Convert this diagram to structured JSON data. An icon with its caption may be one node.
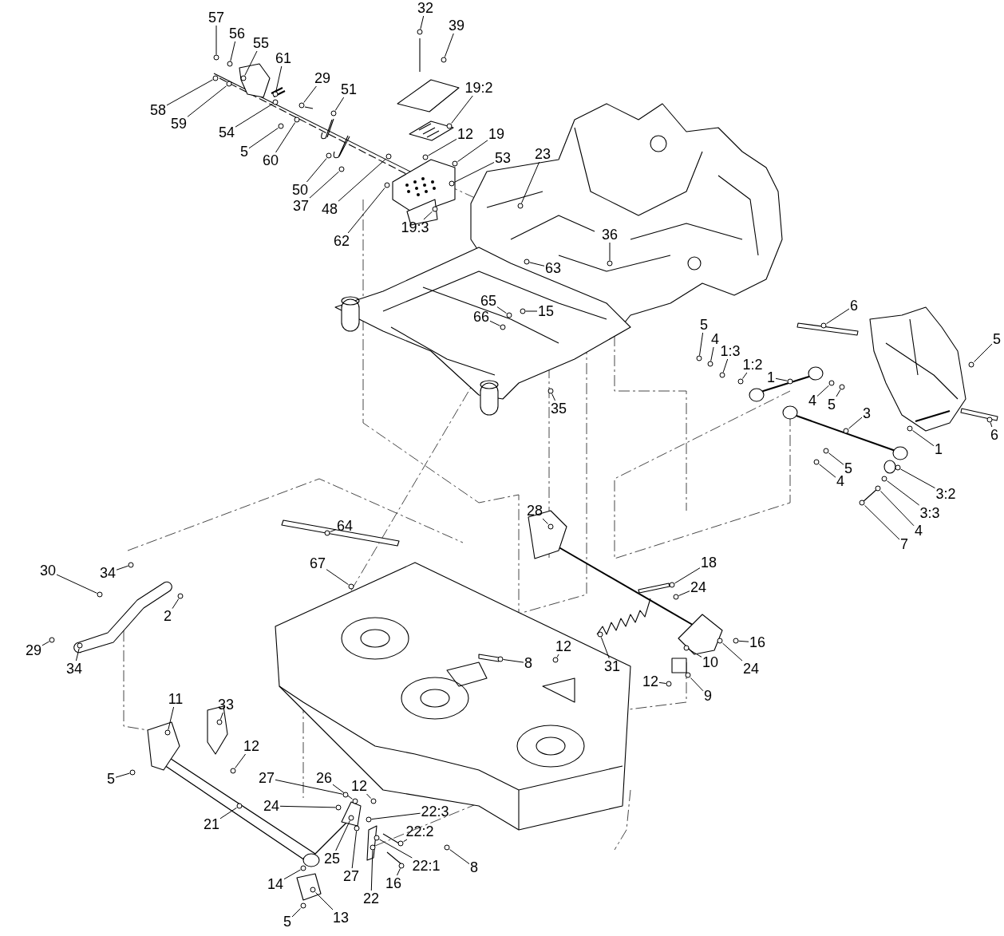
{
  "diagram": {
    "nodes": [
      {
        "text": [
          "57"
        ]
      },
      {
        "text": [
          "56"
        ]
      },
      {
        "text": [
          "55"
        ]
      },
      {
        "text": [
          "61"
        ]
      },
      {
        "text": [
          "58"
        ]
      },
      {
        "text": [
          "59"
        ]
      },
      {
        "text": [
          "29"
        ]
      },
      {
        "text": [
          "54"
        ]
      },
      {
        "text": [
          "51"
        ]
      },
      {
        "text": [
          "5"
        ]
      },
      {
        "text": [
          "60"
        ]
      },
      {
        "text": [
          "50"
        ]
      },
      {
        "text": [
          "37"
        ]
      },
      {
        "text": [
          "48"
        ]
      },
      {
        "text": [
          "62"
        ]
      },
      {
        "text": [
          "32"
        ]
      },
      {
        "text": [
          "39"
        ]
      },
      {
        "text": [
          "19:2"
        ]
      },
      {
        "text": [
          "12"
        ]
      },
      {
        "text": [
          "19"
        ]
      },
      {
        "text": [
          "53"
        ]
      },
      {
        "text": [
          "19:3"
        ]
      },
      {
        "text": [
          "23"
        ]
      },
      {
        "text": [
          "63"
        ]
      },
      {
        "text": [
          "36"
        ]
      },
      {
        "text": [
          "65"
        ]
      },
      {
        "text": [
          "66"
        ]
      },
      {
        "text": [
          "15"
        ]
      },
      {
        "text": [
          "35"
        ]
      },
      {
        "text": [
          "6"
        ]
      },
      {
        "text": [
          "5"
        ]
      },
      {
        "text": [
          "4"
        ]
      },
      {
        "text": [
          "1:3"
        ]
      },
      {
        "text": [
          "1:2"
        ]
      },
      {
        "text": [
          "1"
        ]
      },
      {
        "text": [
          "5"
        ]
      },
      {
        "text": [
          "4"
        ]
      },
      {
        "text": [
          "5"
        ]
      },
      {
        "text": [
          "3"
        ]
      },
      {
        "text": [
          "1"
        ]
      },
      {
        "text": [
          "6"
        ]
      },
      {
        "text": [
          "5"
        ]
      },
      {
        "text": [
          "4"
        ]
      },
      {
        "text": [
          "3:2"
        ]
      },
      {
        "text": [
          "3:3"
        ]
      },
      {
        "text": [
          "4"
        ]
      },
      {
        "text": [
          "7"
        ]
      },
      {
        "text": [
          "28"
        ]
      },
      {
        "text": [
          "64"
        ]
      },
      {
        "text": [
          "67"
        ]
      },
      {
        "text": [
          "18"
        ]
      },
      {
        "text": [
          "24"
        ]
      },
      {
        "text": [
          "31"
        ]
      },
      {
        "text": [
          "10"
        ]
      },
      {
        "text": [
          "24"
        ]
      },
      {
        "text": [
          "16"
        ]
      },
      {
        "text": [
          "8"
        ]
      },
      {
        "text": [
          "12"
        ]
      },
      {
        "text": [
          "12"
        ]
      },
      {
        "text": [
          "9"
        ]
      },
      {
        "text": [
          "30"
        ]
      },
      {
        "text": [
          "34"
        ]
      },
      {
        "text": [
          "2"
        ]
      },
      {
        "text": [
          "29"
        ]
      },
      {
        "text": [
          "34"
        ]
      },
      {
        "text": [
          "11"
        ]
      },
      {
        "text": [
          "33"
        ]
      },
      {
        "text": [
          "12"
        ]
      },
      {
        "text": [
          "5"
        ]
      },
      {
        "text": [
          "21"
        ]
      },
      {
        "text": [
          "27"
        ]
      },
      {
        "text": [
          "26"
        ]
      },
      {
        "text": [
          "12"
        ]
      },
      {
        "text": [
          "24"
        ]
      },
      {
        "text": [
          "22:3"
        ]
      },
      {
        "text": [
          "22:2"
        ]
      },
      {
        "text": [
          "25"
        ]
      },
      {
        "text": [
          "27"
        ]
      },
      {
        "text": [
          "22:1"
        ]
      },
      {
        "text": [
          "8"
        ]
      },
      {
        "text": [
          "22"
        ]
      },
      {
        "text": [
          "16"
        ]
      },
      {
        "text": [
          "14"
        ]
      },
      {
        "text": [
          "13"
        ]
      },
      {
        "text": [
          "5"
        ]
      },
      {
        "text": [],
        "shape": "circle"
      },
      {
        "text": [],
        "shape": "circle"
      },
      {
        "text": [],
        "shape": "circle"
      },
      {
        "text": [],
        "shape": "circle"
      },
      {
        "text": [],
        "shape": "circle"
      },
      {
        "text": [],
        "shape": "circle"
      },
      {
        "text": [],
        "shape": "circle"
      },
      {
        "text": [],
        "shape": "circle"
      },
      {
        "text": [],
        "shape": "circle"
      },
      {
        "text": [],
        "shape": "circle"
      },
      {
        "text": [],
        "shape": "circle"
      },
      {
        "text": [],
        "shape": "circle"
      },
      {
        "text": [],
        "shape": "circle"
      },
      {
        "text": [],
        "shape": "circle"
      },
      {
        "text": [],
        "shape": "circle"
      },
      {
        "text": [],
        "shape": "circle"
      },
      {
        "text": [],
        "shape": "circle"
      },
      {
        "text": [],
        "shape": "circle"
      },
      {
        "text": [],
        "shape": "circle"
      },
      {
        "text": [],
        "shape": "circle"
      },
      {
        "text": [],
        "shape": "circle"
      },
      {
        "text": [],
        "shape": "circle"
      },
      {
        "text": [],
        "shape": "circle"
      },
      {
        "text": [],
        "shape": "circle"
      },
      {
        "text": [],
        "shape": "circle"
      },
      {
        "text": [],
        "shape": "circle"
      },
      {
        "text": [],
        "shape": "circle"
      },
      {
        "text": [],
        "shape": "circle"
      },
      {
        "text": [],
        "shape": "circle"
      },
      {
        "text": [],
        "shape": "circle"
      },
      {
        "text": [],
        "shape": "circle"
      },
      {
        "text": [],
        "shape": "circle"
      },
      {
        "text": [],
        "shape": "circle"
      },
      {
        "text": [],
        "shape": "circle"
      },
      {
        "text": [],
        "shape": "circle"
      },
      {
        "text": [],
        "shape": "circle"
      },
      {
        "text": [],
        "shape": "circle"
      },
      {
        "text": [],
        "shape": "circle"
      },
      {
        "text": [],
        "shape": "circle"
      },
      {
        "text": [],
        "shape": "circle"
      },
      {
        "text": [],
        "shape": "circle"
      },
      {
        "text": [],
        "shape": "circle"
      },
      {
        "text": [],
        "shape": "circle"
      },
      {
        "text": [],
        "shape": "circle"
      },
      {
        "text": [],
        "shape": "circle"
      },
      {
        "text": [],
        "shape": "circle"
      },
      {
        "text": [],
        "shape": "circle"
      },
      {
        "text": [],
        "shape": "circle"
      },
      {
        "text": [],
        "shape": "circle"
      },
      {
        "text": [],
        "shape": "circle"
      },
      {
        "text": [],
        "shape": "circle"
      },
      {
        "text": [],
        "shape": "circle"
      },
      {
        "text": [],
        "shape": "circle"
      },
      {
        "text": [],
        "shape": "circle"
      },
      {
        "text": [],
        "shape": "circle"
      },
      {
        "text": [],
        "shape": "circle"
      },
      {
        "text": [],
        "shape": "circle"
      },
      {
        "text": [],
        "shape": "circle"
      },
      {
        "text": [],
        "shape": "circle"
      },
      {
        "text": [],
        "shape": "circle"
      },
      {
        "text": [],
        "shape": "circle"
      },
      {
        "text": [],
        "shape": "circle"
      },
      {
        "text": [],
        "shape": "circle"
      },
      {
        "text": [],
        "shape": "circle"
      },
      {
        "text": [],
        "shape": "circle"
      },
      {
        "text": [],
        "shape": "circle"
      },
      {
        "text": [],
        "shape": "circle"
      },
      {
        "text": [],
        "shape": "circle"
      },
      {
        "text": [],
        "shape": "circle"
      },
      {
        "text": [],
        "shape": "circle"
      },
      {
        "text": [],
        "shape": "circle"
      },
      {
        "text": [],
        "shape": "circle"
      },
      {
        "text": [],
        "shape": "circle"
      },
      {
        "text": [],
        "shape": "circle"
      },
      {
        "text": [],
        "shape": "circle"
      },
      {
        "text": [],
        "shape": "circle"
      },
      {
        "text": [],
        "shape": "circle"
      },
      {
        "text": [],
        "shape": "circle"
      },
      {
        "text": [],
        "shape": "circle"
      },
      {
        "text": [],
        "shape": "circle"
      },
      {
        "text": [],
        "shape": "circle"
      },
      {
        "text": [],
        "shape": "circle"
      },
      {
        "text": [],
        "shape": "circle"
      },
      {
        "text": [],
        "shape": "circle"
      },
      {
        "text": [],
        "shape": "circle"
      }
    ],
    "edges": [
      {
        "from": 0,
        "to": 85,
        "arrow": "none"
      },
      {
        "from": 1,
        "to": 86,
        "arrow": "none"
      },
      {
        "from": 2,
        "to": 87,
        "arrow": "none"
      },
      {
        "from": 3,
        "to": 88,
        "arrow": "none"
      },
      {
        "from": 4,
        "to": 89,
        "arrow": "none"
      },
      {
        "from": 5,
        "to": 90,
        "arrow": "none"
      },
      {
        "from": 6,
        "to": 91,
        "arrow": "none"
      },
      {
        "from": 7,
        "to": 92,
        "arrow": "none"
      },
      {
        "from": 8,
        "to": 93,
        "arrow": "none"
      },
      {
        "from": 9,
        "to": 94,
        "arrow": "none"
      },
      {
        "from": 10,
        "to": 95,
        "arrow": "none"
      },
      {
        "from": 11,
        "to": 96,
        "arrow": "none"
      },
      {
        "from": 12,
        "to": 97,
        "arrow": "none"
      },
      {
        "from": 13,
        "to": 98,
        "arrow": "none"
      },
      {
        "from": 14,
        "to": 99,
        "arrow": "none"
      },
      {
        "from": 15,
        "to": 100,
        "arrow": "none"
      },
      {
        "from": 16,
        "to": 101,
        "arrow": "none"
      },
      {
        "from": 17,
        "to": 102,
        "arrow": "none"
      },
      {
        "from": 18,
        "to": 103,
        "arrow": "none"
      },
      {
        "from": 19,
        "to": 104,
        "arrow": "none"
      },
      {
        "from": 20,
        "to": 105,
        "arrow": "none"
      },
      {
        "from": 21,
        "to": 106,
        "arrow": "none"
      },
      {
        "from": 22,
        "to": 107,
        "arrow": "none"
      },
      {
        "from": 23,
        "to": 108,
        "arrow": "none"
      },
      {
        "from": 24,
        "to": 109,
        "arrow": "none"
      },
      {
        "from": 25,
        "to": 110,
        "arrow": "none"
      },
      {
        "from": 26,
        "to": 111,
        "arrow": "none"
      },
      {
        "from": 27,
        "to": 112,
        "arrow": "none"
      },
      {
        "from": 28,
        "to": 113,
        "arrow": "none"
      },
      {
        "from": 29,
        "to": 114,
        "arrow": "none"
      },
      {
        "from": 30,
        "to": 115,
        "arrow": "none"
      },
      {
        "from": 31,
        "to": 116,
        "arrow": "none"
      },
      {
        "from": 32,
        "to": 117,
        "arrow": "none"
      },
      {
        "from": 33,
        "to": 118,
        "arrow": "none"
      },
      {
        "from": 34,
        "to": 119,
        "arrow": "none"
      },
      {
        "from": 35,
        "to": 120,
        "arrow": "none"
      },
      {
        "from": 36,
        "to": 121,
        "arrow": "none"
      },
      {
        "from": 37,
        "to": 122,
        "arrow": "none"
      },
      {
        "from": 38,
        "to": 123,
        "arrow": "none"
      },
      {
        "from": 39,
        "to": 124,
        "arrow": "none"
      },
      {
        "from": 40,
        "to": 125,
        "arrow": "none"
      },
      {
        "from": 41,
        "to": 126,
        "arrow": "none"
      },
      {
        "from": 42,
        "to": 127,
        "arrow": "none"
      },
      {
        "from": 43,
        "to": 128,
        "arrow": "none"
      },
      {
        "from": 44,
        "to": 129,
        "arrow": "none"
      },
      {
        "from": 45,
        "to": 130,
        "arrow": "none"
      },
      {
        "from": 46,
        "to": 131,
        "arrow": "none"
      },
      {
        "from": 47,
        "to": 132,
        "arrow": "none"
      },
      {
        "from": 48,
        "to": 133,
        "arrow": "none"
      },
      {
        "from": 49,
        "to": 134,
        "arrow": "none"
      },
      {
        "from": 50,
        "to": 135,
        "arrow": "none"
      },
      {
        "from": 51,
        "to": 136,
        "arrow": "none"
      },
      {
        "from": 52,
        "to": 137,
        "arrow": "none"
      },
      {
        "from": 53,
        "to": 138,
        "arrow": "none"
      },
      {
        "from": 54,
        "to": 139,
        "arrow": "none"
      },
      {
        "from": 55,
        "to": 140,
        "arrow": "none"
      },
      {
        "from": 56,
        "to": 141,
        "arrow": "none"
      },
      {
        "from": 57,
        "to": 142,
        "arrow": "none"
      },
      {
        "from": 58,
        "to": 143,
        "arrow": "none"
      },
      {
        "from": 59,
        "to": 144,
        "arrow": "none"
      },
      {
        "from": 60,
        "to": 145,
        "arrow": "none"
      },
      {
        "from": 61,
        "to": 146,
        "arrow": "none"
      },
      {
        "from": 62,
        "to": 147,
        "arrow": "none"
      },
      {
        "from": 63,
        "to": 148,
        "arrow": "none"
      },
      {
        "from": 64,
        "to": 149,
        "arrow": "none"
      },
      {
        "from": 65,
        "to": 150,
        "arrow": "none"
      },
      {
        "from": 66,
        "to": 151,
        "arrow": "none"
      },
      {
        "from": 67,
        "to": 152,
        "arrow": "none"
      },
      {
        "from": 68,
        "to": 153,
        "arrow": "none"
      },
      {
        "from": 69,
        "to": 154,
        "arrow": "none"
      },
      {
        "from": 70,
        "to": 155,
        "arrow": "none"
      },
      {
        "from": 71,
        "to": 156,
        "arrow": "none"
      },
      {
        "from": 72,
        "to": 157,
        "arrow": "none"
      },
      {
        "from": 73,
        "to": 158,
        "arrow": "none"
      },
      {
        "from": 74,
        "to": 159,
        "arrow": "none"
      },
      {
        "from": 75,
        "to": 160,
        "arrow": "none"
      },
      {
        "from": 76,
        "to": 161,
        "arrow": "none"
      },
      {
        "from": 77,
        "to": 162,
        "arrow": "none"
      },
      {
        "from": 78,
        "to": 163,
        "arrow": "none"
      },
      {
        "from": 79,
        "to": 164,
        "arrow": "none"
      },
      {
        "from": 80,
        "to": 165,
        "arrow": "none"
      },
      {
        "from": 81,
        "to": 166,
        "arrow": "none"
      },
      {
        "from": 82,
        "to": 167,
        "arrow": "none"
      },
      {
        "from": 83,
        "to": 168,
        "arrow": "none"
      },
      {
        "from": 84,
        "to": 169,
        "arrow": "none"
      }
    ]
  }
}
